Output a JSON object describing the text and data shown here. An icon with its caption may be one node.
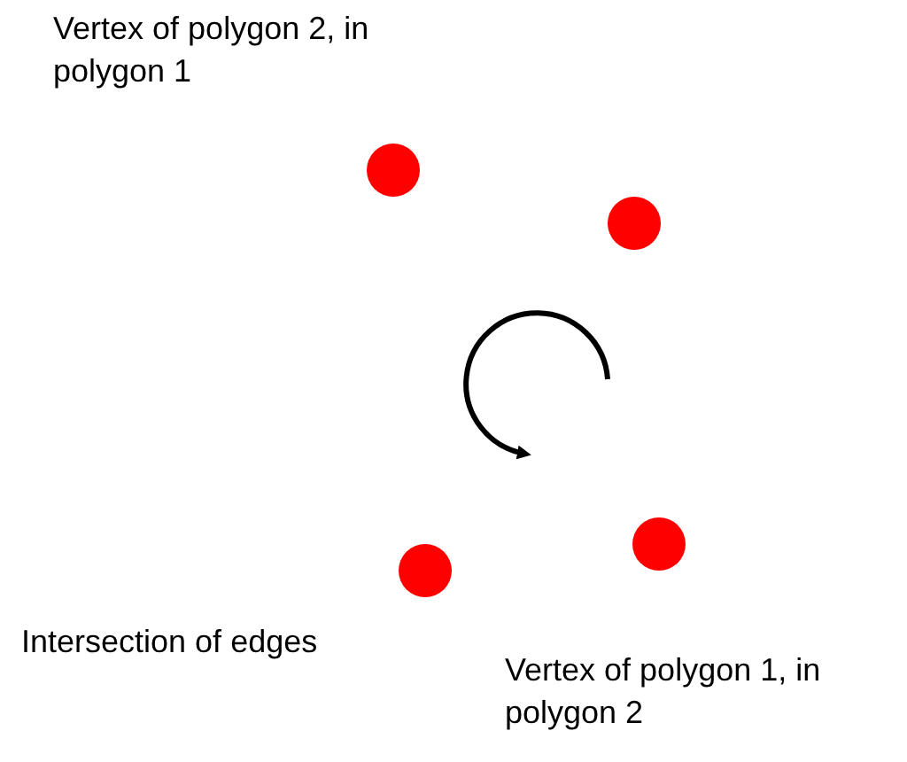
{
  "diagram": {
    "nodes": [
      {
        "text": [],
        "shape": "circle"
      },
      {
        "text": [],
        "shape": "circle"
      },
      {
        "text": [],
        "shape": "circle"
      },
      {
        "text": [],
        "shape": "circle"
      }
    ],
    "edges": [],
    "labels": [
      "Vertex of polygon 2, in polygon 1",
      "Intersection of edges",
      "Vertex of polygon 1, in polygon 2"
    ]
  }
}
